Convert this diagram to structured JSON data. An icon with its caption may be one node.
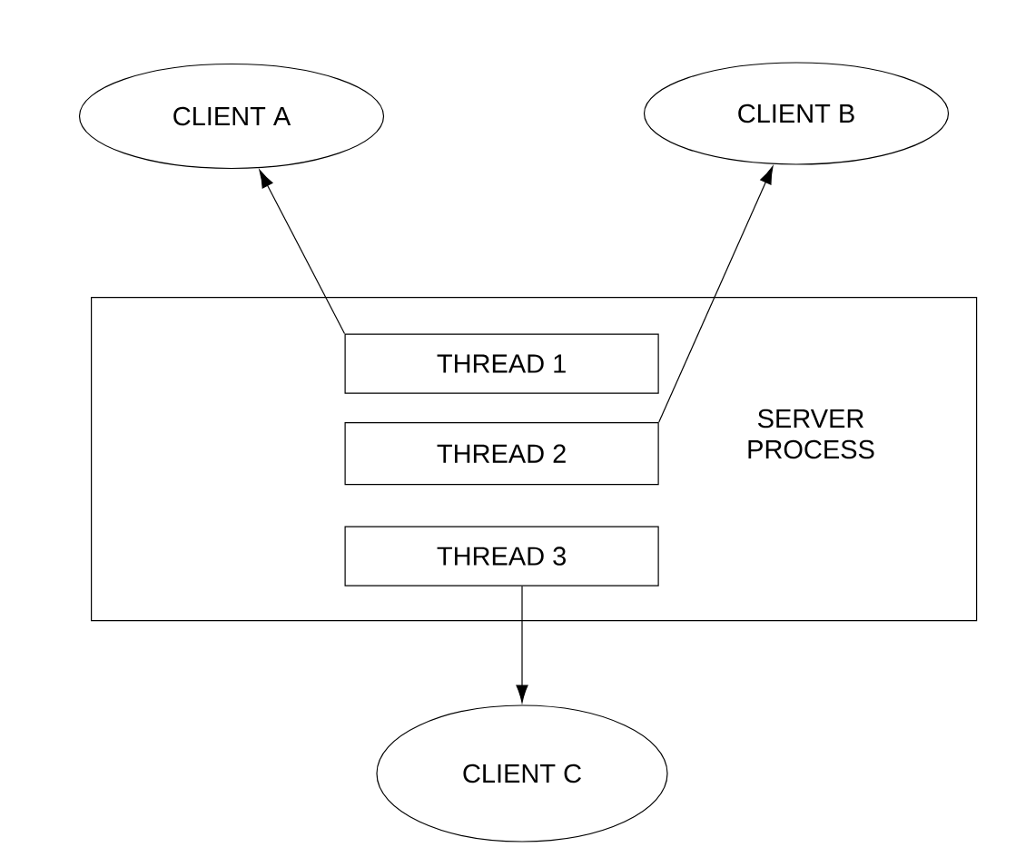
{
  "diagram": {
    "nodes": [
      {
        "text": [
          "CLIENT A"
        ]
      },
      {
        "text": [
          "CLIENT B"
        ]
      },
      {
        "text": [
          "SERVER PROCESS"
        ]
      },
      {
        "text": [
          "THREAD 1"
        ],
        "in": 2
      },
      {
        "text": [
          "THREAD 2"
        ],
        "in": 2
      },
      {
        "text": [
          "THREAD 3"
        ],
        "in": 2
      },
      {
        "text": [
          "CLIENT C"
        ]
      }
    ],
    "edges": [
      {
        "from": 3,
        "to": 0,
        "arrow": "to"
      },
      {
        "from": 4,
        "to": 1,
        "arrow": "to"
      },
      {
        "from": 5,
        "to": 6,
        "arrow": "to"
      }
    ]
  }
}
